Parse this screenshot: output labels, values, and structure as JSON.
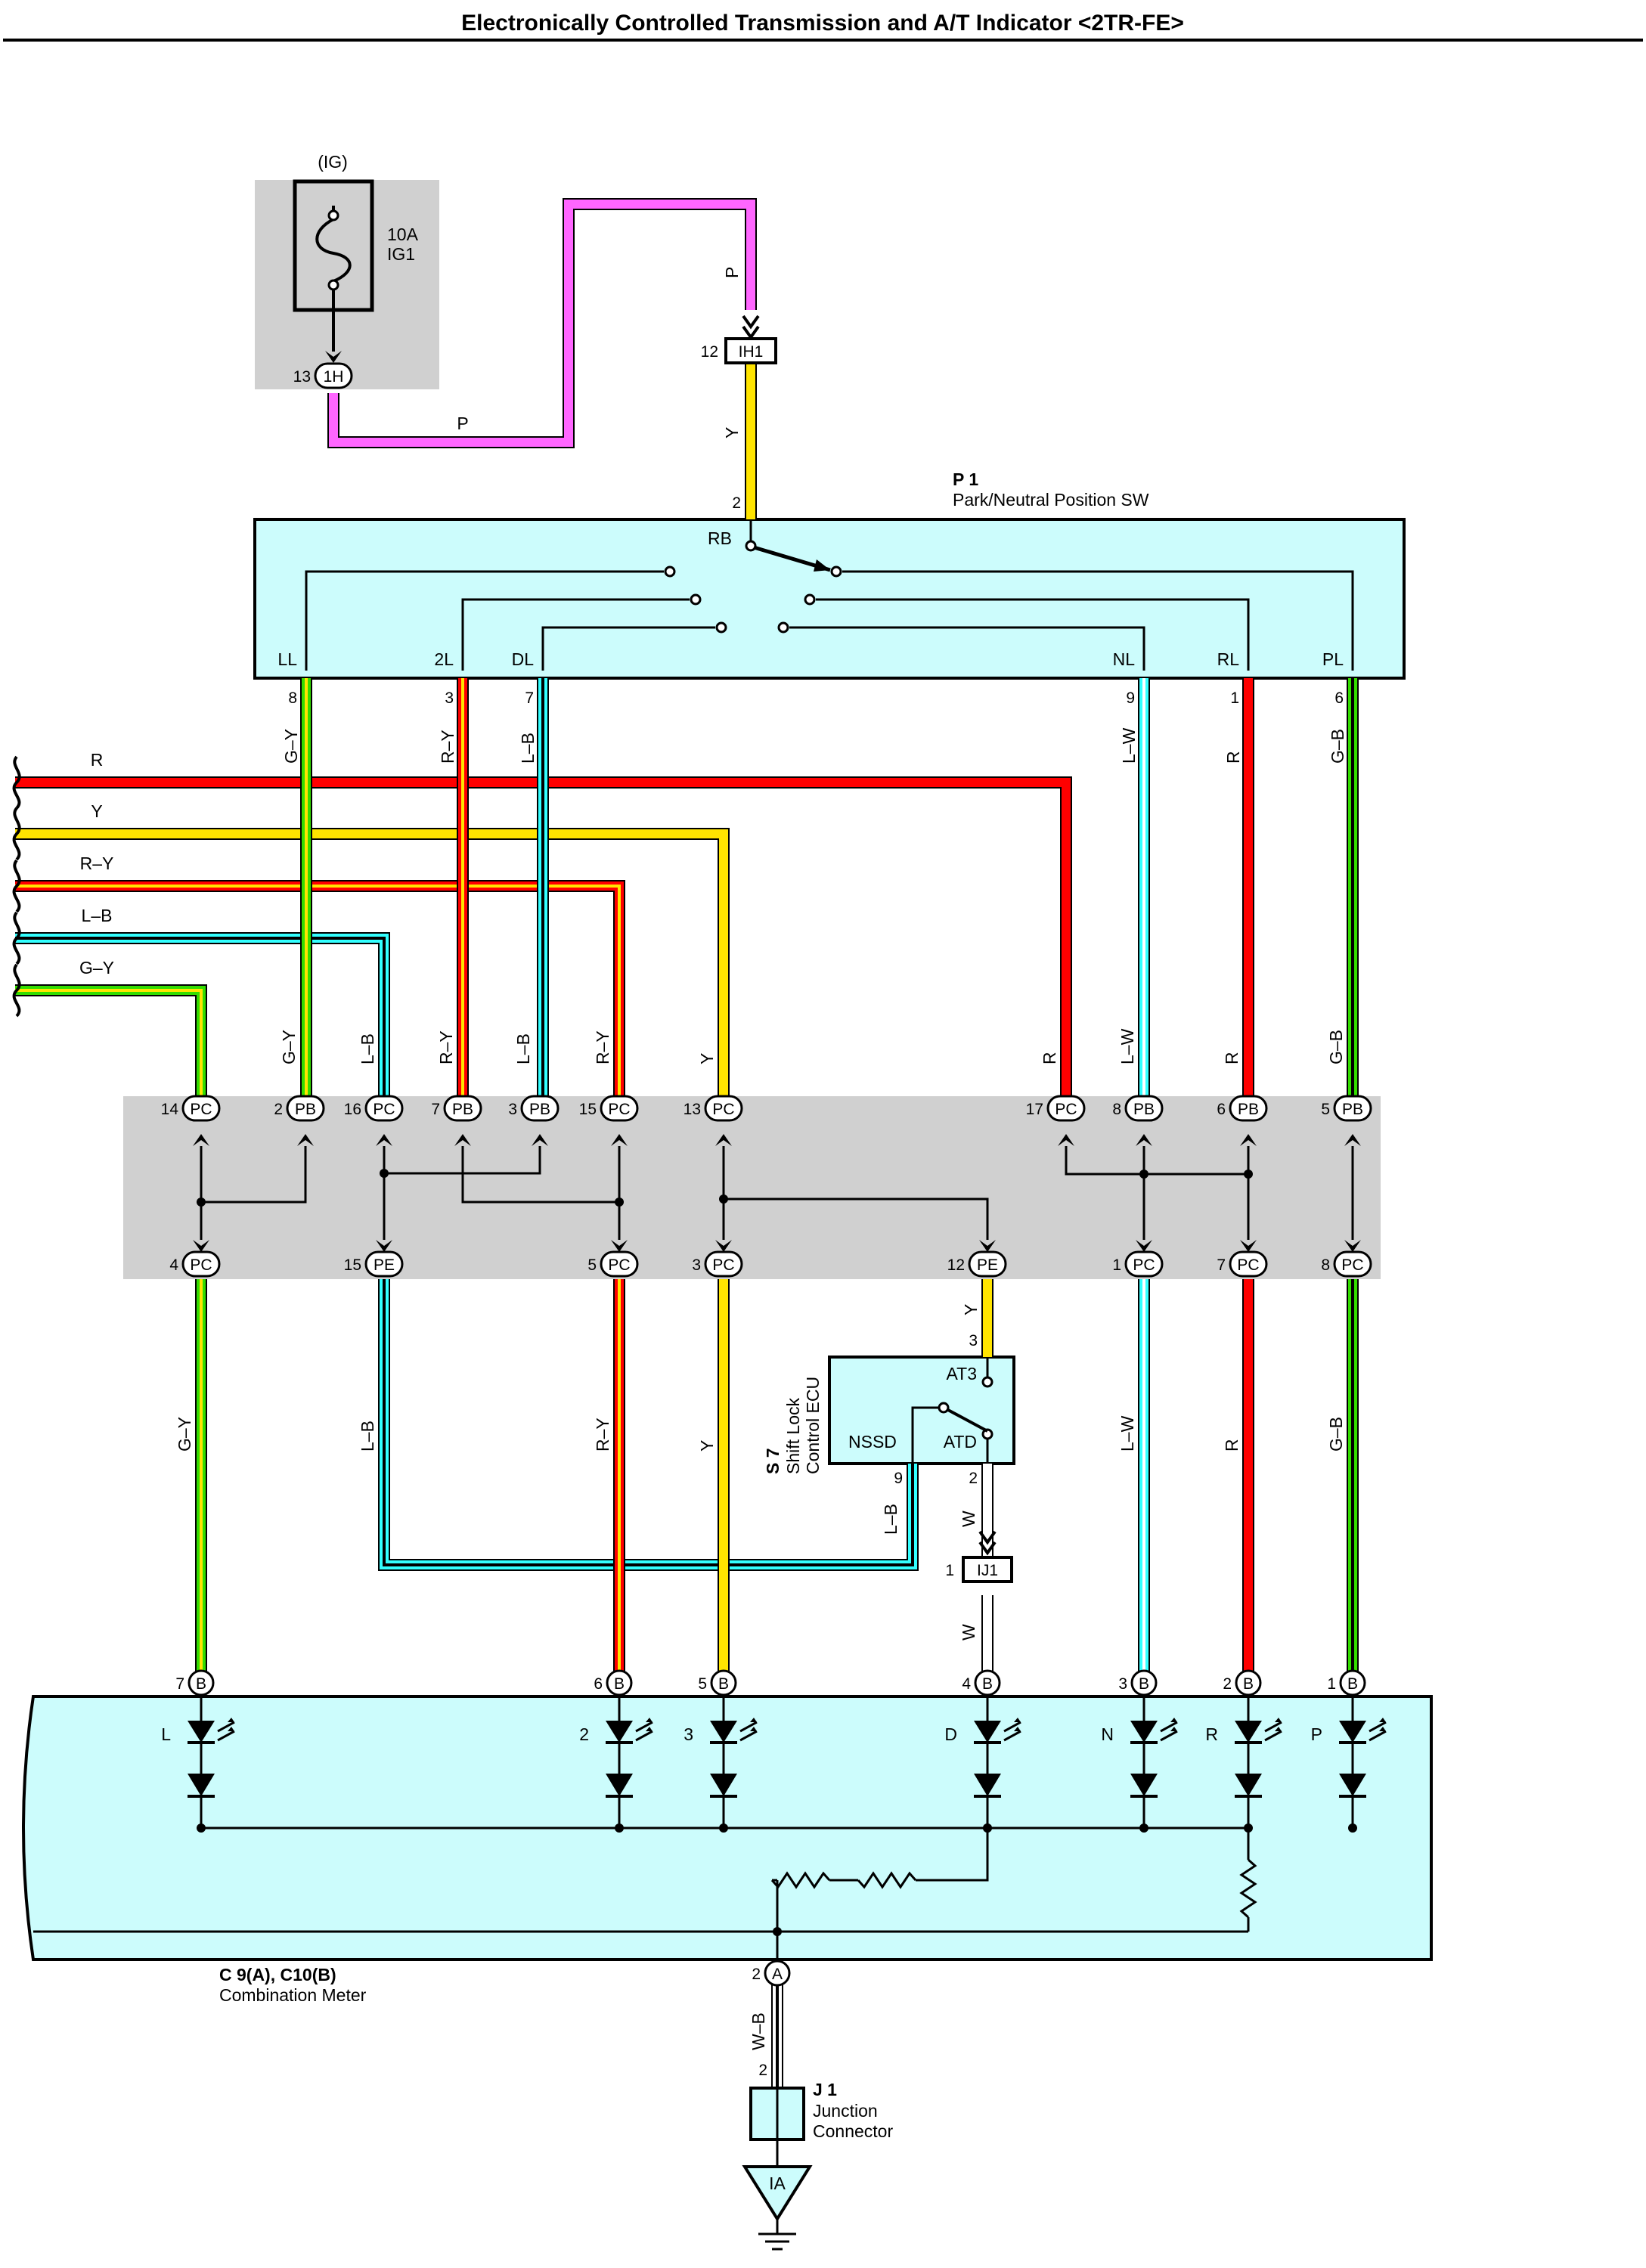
{
  "title": "Electronically Controlled Transmission and A/T Indicator <2TR-FE>",
  "colors": {
    "R": "#ff0000",
    "Y": "#ffe400",
    "P": "#ff66ff",
    "L-B": "#33ffff",
    "L-W": "#33ffff",
    "G": "#33dd00",
    "W": "#ffffff",
    "component_fill": "#ccfcfc",
    "junction_fill": "#d0d0d0"
  },
  "fuse": {
    "source": "(IG)",
    "rating": "10A",
    "name": "IG1",
    "connector": "1H",
    "pin": "13"
  },
  "ih1": {
    "connector": "IH1",
    "pin": "12"
  },
  "wire_labels": {
    "p1": "P",
    "p2": "P",
    "y_ih": "Y"
  },
  "p1": {
    "code": "P 1",
    "name": "Park/Neutral Position SW",
    "input_pin": "2",
    "input_label": "RB",
    "terminals": [
      {
        "name": "LL",
        "pin": "8",
        "wire": "G–Y"
      },
      {
        "name": "2L",
        "pin": "3",
        "wire": "R–Y"
      },
      {
        "name": "DL",
        "pin": "7",
        "wire": "L–B"
      },
      {
        "name": "NL",
        "pin": "9",
        "wire": "L–W"
      },
      {
        "name": "RL",
        "pin": "1",
        "wire": "R"
      },
      {
        "name": "PL",
        "pin": "6",
        "wire": "G–B"
      }
    ]
  },
  "bus_wires": [
    "R",
    "Y",
    "R–Y",
    "L–B",
    "G–Y"
  ],
  "junction_top": [
    {
      "pin": "14",
      "conn": "PC",
      "wire": ""
    },
    {
      "pin": "2",
      "conn": "PB",
      "wire": "G–Y"
    },
    {
      "pin": "16",
      "conn": "PC",
      "wire": "L–B"
    },
    {
      "pin": "7",
      "conn": "PB",
      "wire": "R–Y"
    },
    {
      "pin": "3",
      "conn": "PB",
      "wire": "L–B"
    },
    {
      "pin": "15",
      "conn": "PC",
      "wire": "R–Y"
    },
    {
      "pin": "13",
      "conn": "PC",
      "wire": "Y"
    },
    {
      "pin": "17",
      "conn": "PC",
      "wire": "R"
    },
    {
      "pin": "8",
      "conn": "PB",
      "wire": "L–W"
    },
    {
      "pin": "6",
      "conn": "PB",
      "wire": "R"
    },
    {
      "pin": "5",
      "conn": "PB",
      "wire": "G–B"
    }
  ],
  "junction_bottom": [
    {
      "pin": "4",
      "conn": "PC",
      "wire": "G–Y"
    },
    {
      "pin": "15",
      "conn": "PE",
      "wire": "L–B"
    },
    {
      "pin": "5",
      "conn": "PC",
      "wire": "R–Y"
    },
    {
      "pin": "3",
      "conn": "PC",
      "wire": "Y"
    },
    {
      "pin": "12",
      "conn": "PE",
      "wire": "Y"
    },
    {
      "pin": "1",
      "conn": "PC",
      "wire": "L–W"
    },
    {
      "pin": "7",
      "conn": "PC",
      "wire": "R"
    },
    {
      "pin": "8",
      "conn": "PC",
      "wire": "G–B"
    }
  ],
  "s7": {
    "code": "S 7",
    "name_line1": "Shift Lock",
    "name_line2": "Control ECU",
    "at3": "AT3",
    "at3_pin": "3",
    "atd": "ATD",
    "atd_pin": "2",
    "nssd": "NSSD",
    "nssd_pin": "9",
    "nssd_wire": "L–B",
    "atd_wire": "W"
  },
  "ij1": {
    "connector": "IJ1",
    "pin": "1",
    "wire": "W"
  },
  "meter": {
    "code": "C 9(A), C10(B)",
    "name": "Combination Meter",
    "inputs": [
      {
        "pin": "7",
        "conn": "B",
        "label": "L"
      },
      {
        "pin": "6",
        "conn": "B",
        "label": "2"
      },
      {
        "pin": "5",
        "conn": "B",
        "label": "3"
      },
      {
        "pin": "4",
        "conn": "B",
        "label": "D"
      },
      {
        "pin": "3",
        "conn": "B",
        "label": "N"
      },
      {
        "pin": "2",
        "conn": "B",
        "label": "R"
      },
      {
        "pin": "1",
        "conn": "B",
        "label": "P"
      }
    ],
    "ground_pin": "2",
    "ground_conn": "A"
  },
  "ground_wire": "W–B",
  "j1": {
    "code": "J 1",
    "name_line1": "Junction",
    "name_line2": "Connector",
    "pin": "2"
  },
  "ground_point": "IA"
}
